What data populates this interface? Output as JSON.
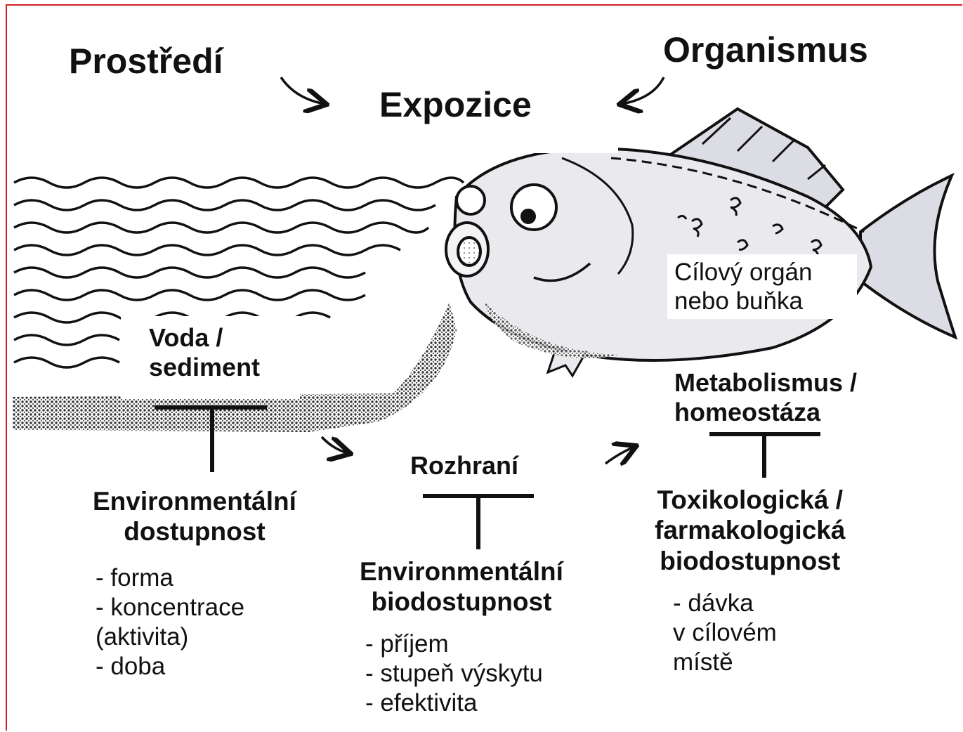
{
  "labels": {
    "prostredi": "Prostředí",
    "organismus": "Organismus",
    "expozice": "Expozice",
    "voda_sediment": "Voda /\nsediment",
    "cilovy_organ": "Cílový orgán\nnebo buňka",
    "metabolismus": "Metabolismus /\nhomeostáza",
    "rozhrani": "Rozhraní",
    "env_dostupnost": "Environmentální\ndostupnost",
    "env_biodostupnost": "Environmentální\nbiodostupnost",
    "tox_biodostupnost": "Toxikologická /\nfarmakologická\nbiodostupnost"
  },
  "lists": {
    "env_dostupnost": [
      "- forma",
      "- koncentrace\n   (aktivita)",
      "- doba"
    ],
    "env_biodostupnost": [
      "- příjem",
      "- stupeň výskytu",
      "- efektivita"
    ],
    "tox_biodostupnost": [
      "- dávka\n   v cílovém\n   místě"
    ]
  },
  "colors": {
    "frame_accent": "#d42020",
    "ink": "#111111"
  }
}
